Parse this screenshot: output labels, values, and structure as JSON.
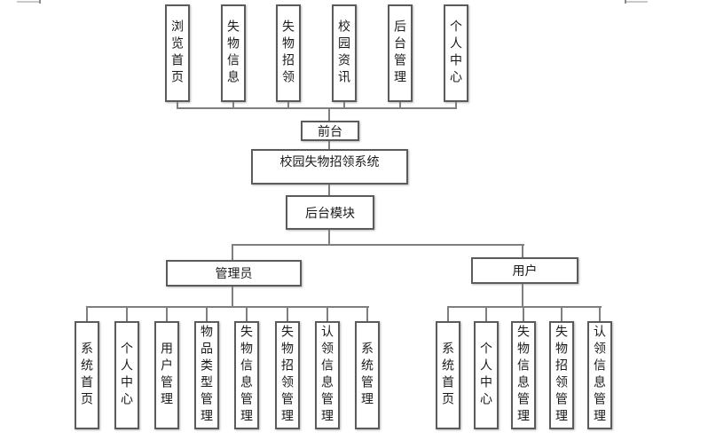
{
  "diagram": {
    "system_title": "校园失物招领系统",
    "front_label": "前台",
    "backend_module_label": "后台模块",
    "front_modules": [
      "浏览首页",
      "失物信息",
      "失物招领",
      "校园资讯",
      "后台管理",
      "个人中心"
    ],
    "roles": {
      "admin": {
        "label": "管理员",
        "children": [
          "系统首页",
          "个人中心",
          "用户管理",
          "物品类型管理",
          "失物信息管理",
          "失物招领管理",
          "认领信息管理",
          "系统管理"
        ]
      },
      "user": {
        "label": "用户",
        "children": [
          "系统首页",
          "个人中心",
          "失物信息管理",
          "失物招领管理",
          "认领信息管理"
        ]
      }
    },
    "colors": {
      "background": "#ffffff",
      "box_border": "#5b5b5b",
      "connector_line": "#7f7f7f",
      "text": "#1a1a1a"
    }
  }
}
